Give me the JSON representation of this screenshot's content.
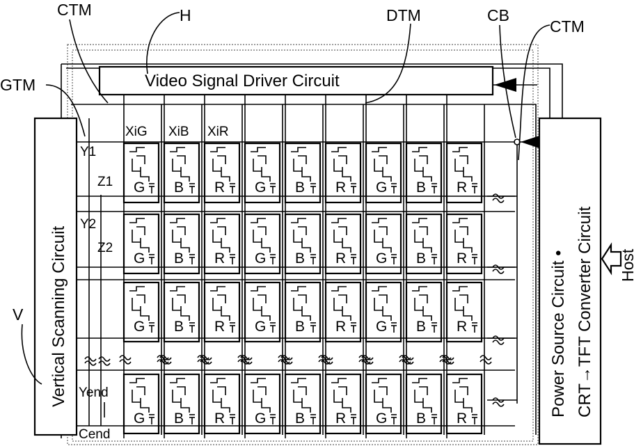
{
  "labels": {
    "ctm_top": "CTM",
    "h": "H",
    "dtm": "DTM",
    "cb": "CB",
    "ctm_right": "CTM",
    "gtm": "GTM",
    "v": "V",
    "host": "Host"
  },
  "blocks": {
    "video_driver": "Video Signal Driver Circuit",
    "vertical_scanning": "Vertical Scanning Circuit",
    "power_line1": "Power Source Circuit •",
    "power_line2": "CRT→TFT Converter Circuit"
  },
  "columns": [
    "XiG",
    "XiB",
    "XiR"
  ],
  "rows": {
    "y1": "Y1",
    "z1": "Z1",
    "y2": "Y2",
    "z2": "Z2",
    "yend": "Yend",
    "cend": "Cend"
  },
  "colors": [
    "G",
    "B",
    "R",
    "G",
    "B",
    "R",
    "G",
    "B",
    "R"
  ]
}
